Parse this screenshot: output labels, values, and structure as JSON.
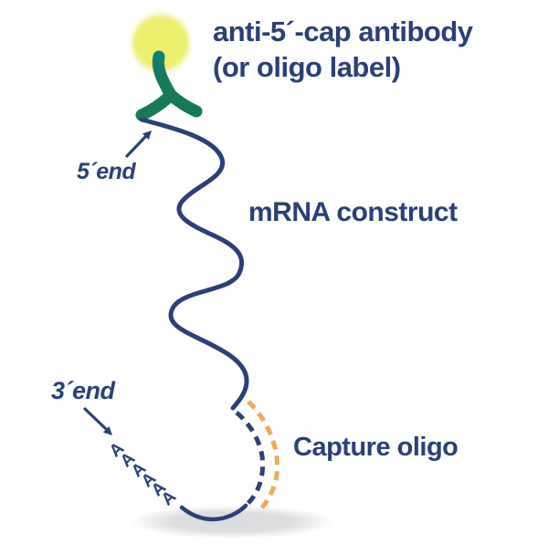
{
  "figure": {
    "title": {
      "line1": "anti-5´-cap antibody",
      "line2": "(or oligo label)"
    },
    "labels": {
      "five_prime_end": "5´end",
      "mrna_construct": "mRNA construct",
      "three_prime_end": "3´end",
      "capture_oligo": "Capture oligo"
    },
    "poly_a_tail": [
      "A",
      "A",
      "A",
      "A",
      "A",
      "A"
    ],
    "colors": {
      "navy": "#2a4077",
      "green": "#17795a",
      "green_tip": "#0d8076",
      "yellow": "#ecef6d",
      "orange": "#f3a75c",
      "shadow": "#d9dadc"
    },
    "graphics": {
      "fluorophore": "yellow-label-ball",
      "antibody": "green-y-antibody",
      "mrna_strand": "navy-wavy-line",
      "hybridized_region": "navy-dashed-arc",
      "capture_oligo": "orange-dashed-arc",
      "surface_shadow": "gray-ellipse-shadow"
    }
  }
}
